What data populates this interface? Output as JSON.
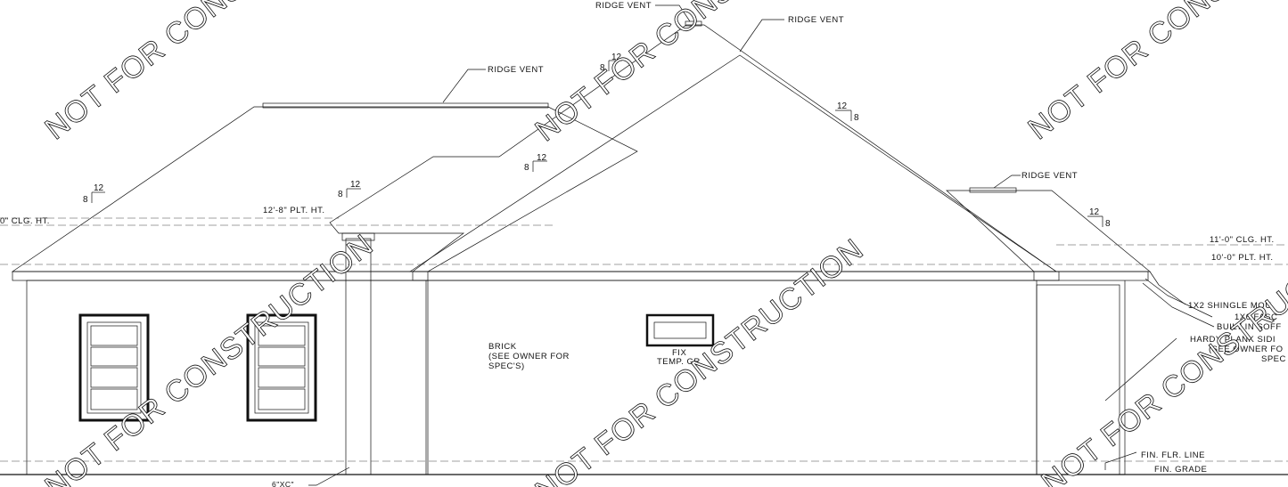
{
  "labels": {
    "ridge_vent": "RIDGE VENT",
    "clg_ht_left": "0\" CLG. HT.",
    "plt_ht_center": "12'-8\" PLT. HT.",
    "clg_ht_right": "11'-0\" CLG. HT.",
    "plt_ht_right": "10'-0\" PLT. HT.",
    "shingle_mold": "1X2 SHINGLE MOU",
    "fascia": "1X6 FASC",
    "soffit": "BUILT IN SOFF",
    "brick_1": "BRICK",
    "brick_2": "(SEE OWNER FOR",
    "brick_3": "SPEC'S)",
    "fix_1": "FIX",
    "fix_2": "TEMP. GR",
    "siding_1": "HARDY PLANK SIDI",
    "siding_2": "(SEE OWNER FO",
    "siding_3": "SPEC",
    "fin_flr": "FIN. FLR. LINE",
    "fin_grade": "FIN. GRADE",
    "column_tag": "6\"XC\""
  },
  "pitch": {
    "rise": "8",
    "run": "12"
  },
  "watermark": "NOT FOR CONSTRUCTION",
  "colors": {
    "line": "#111111",
    "window_glass": "#8a8a8a",
    "background": "#ffffff"
  }
}
